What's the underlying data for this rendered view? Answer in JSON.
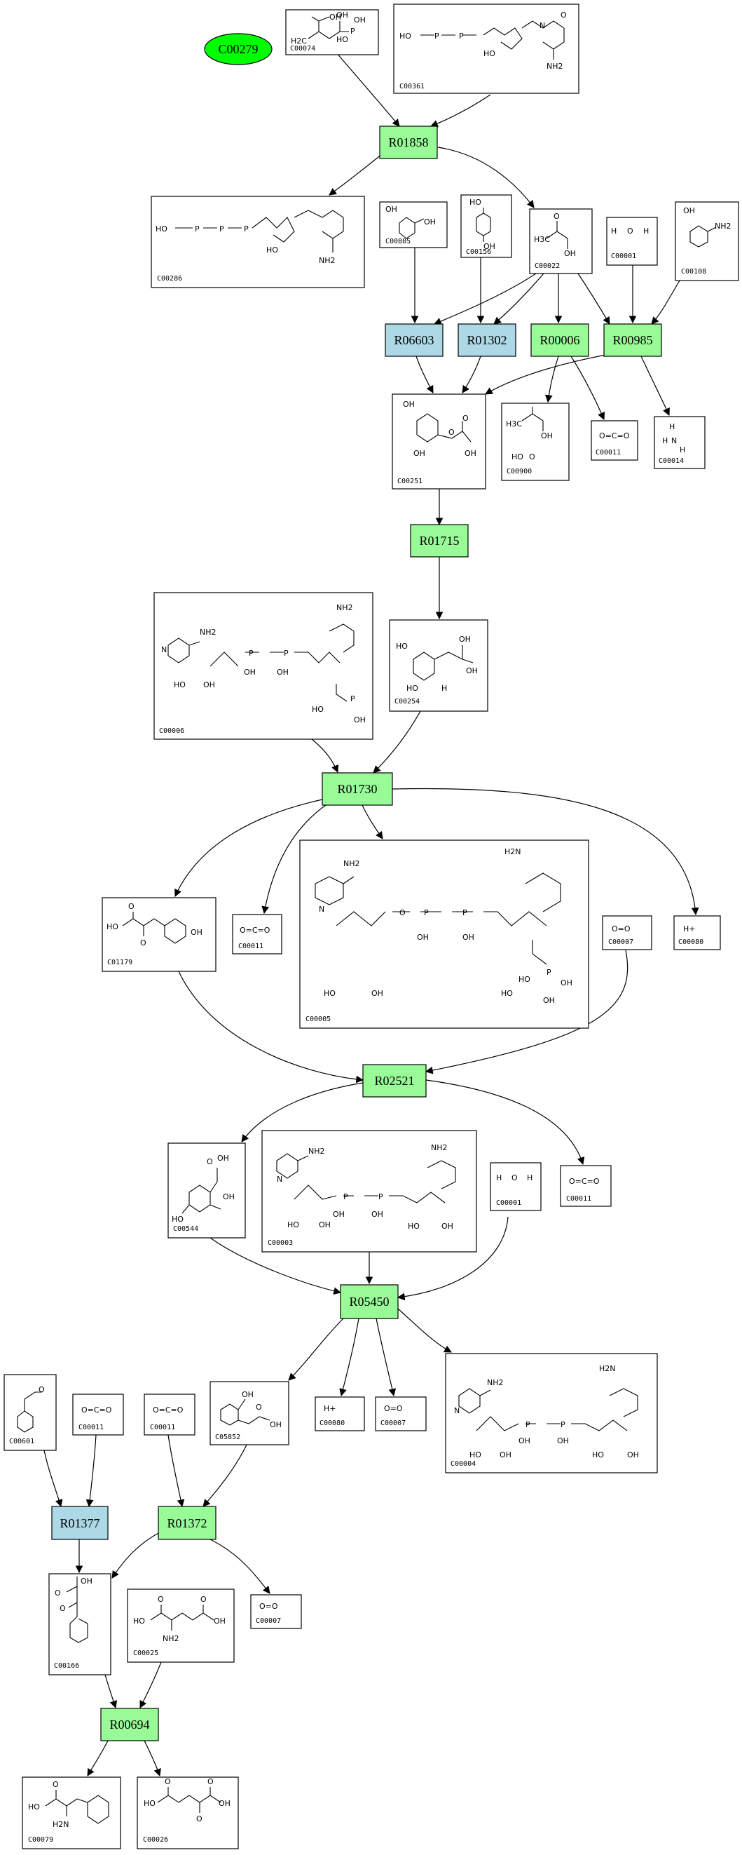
{
  "colors": {
    "reaction_green": "#98fb98",
    "reaction_blue": "#add8e6",
    "highlight_green": "#00ff00"
  },
  "highlight": {
    "id": "C00279",
    "label": "C00279"
  },
  "reactions": [
    {
      "id": "R01858",
      "label": "R01858",
      "kind": "green"
    },
    {
      "id": "R06603",
      "label": "R06603",
      "kind": "blue"
    },
    {
      "id": "R01302",
      "label": "R01302",
      "kind": "blue"
    },
    {
      "id": "R00006",
      "label": "R00006",
      "kind": "green"
    },
    {
      "id": "R00985",
      "label": "R00985",
      "kind": "green"
    },
    {
      "id": "R01715",
      "label": "R01715",
      "kind": "green"
    },
    {
      "id": "R01730",
      "label": "R01730",
      "kind": "green"
    },
    {
      "id": "R02521",
      "label": "R02521",
      "kind": "green"
    },
    {
      "id": "R05450",
      "label": "R05450",
      "kind": "green"
    },
    {
      "id": "R01377",
      "label": "R01377",
      "kind": "blue"
    },
    {
      "id": "R01372",
      "label": "R01372",
      "kind": "green"
    },
    {
      "id": "R00694",
      "label": "R00694",
      "kind": "green"
    }
  ],
  "compounds": [
    {
      "key": "c00074",
      "id": "C00074"
    },
    {
      "key": "c00361",
      "id": "C00361"
    },
    {
      "key": "c00286",
      "id": "C00286"
    },
    {
      "key": "c00805",
      "id": "C00805"
    },
    {
      "key": "c00156",
      "id": "C00156"
    },
    {
      "key": "c00022",
      "id": "C00022"
    },
    {
      "key": "c00001a",
      "id": "C00001"
    },
    {
      "key": "c00108",
      "id": "C00108"
    },
    {
      "key": "c00251",
      "id": "C00251"
    },
    {
      "key": "c00900",
      "id": "C00900"
    },
    {
      "key": "c00011a",
      "id": "C00011"
    },
    {
      "key": "c00014",
      "id": "C00014"
    },
    {
      "key": "c00006",
      "id": "C00006"
    },
    {
      "key": "c00254",
      "id": "C00254"
    },
    {
      "key": "c01179",
      "id": "C01179"
    },
    {
      "key": "c00011b",
      "id": "C00011"
    },
    {
      "key": "c00005",
      "id": "C00005"
    },
    {
      "key": "c00007a",
      "id": "C00007"
    },
    {
      "key": "c00080a",
      "id": "C00080"
    },
    {
      "key": "c00544",
      "id": "C00544"
    },
    {
      "key": "c00003",
      "id": "C00003"
    },
    {
      "key": "c00001b",
      "id": "C00001"
    },
    {
      "key": "c00011c",
      "id": "C00011"
    },
    {
      "key": "c00601",
      "id": "C00601"
    },
    {
      "key": "c00011d",
      "id": "C00011"
    },
    {
      "key": "c00011e",
      "id": "C00011"
    },
    {
      "key": "c05852",
      "id": "C05852"
    },
    {
      "key": "c00080b",
      "id": "C00080"
    },
    {
      "key": "c00007b",
      "id": "C00007"
    },
    {
      "key": "c00004",
      "id": "C00004"
    },
    {
      "key": "c00166",
      "id": "C00166"
    },
    {
      "key": "c00025",
      "id": "C00025"
    },
    {
      "key": "c00007c",
      "id": "C00007"
    },
    {
      "key": "c00079",
      "id": "C00079"
    },
    {
      "key": "c00026",
      "id": "C00026"
    }
  ],
  "structure_text": {
    "oh": "OH",
    "ho": "HO",
    "nh2": "NH2",
    "h2n": "H2N",
    "h2c": "H2C",
    "h3c": "H3C",
    "o": "O",
    "p": "P",
    "n": "N",
    "h": "H",
    "hplus": "H+",
    "oeqo": "O=O",
    "ocho": "O=C=O"
  }
}
